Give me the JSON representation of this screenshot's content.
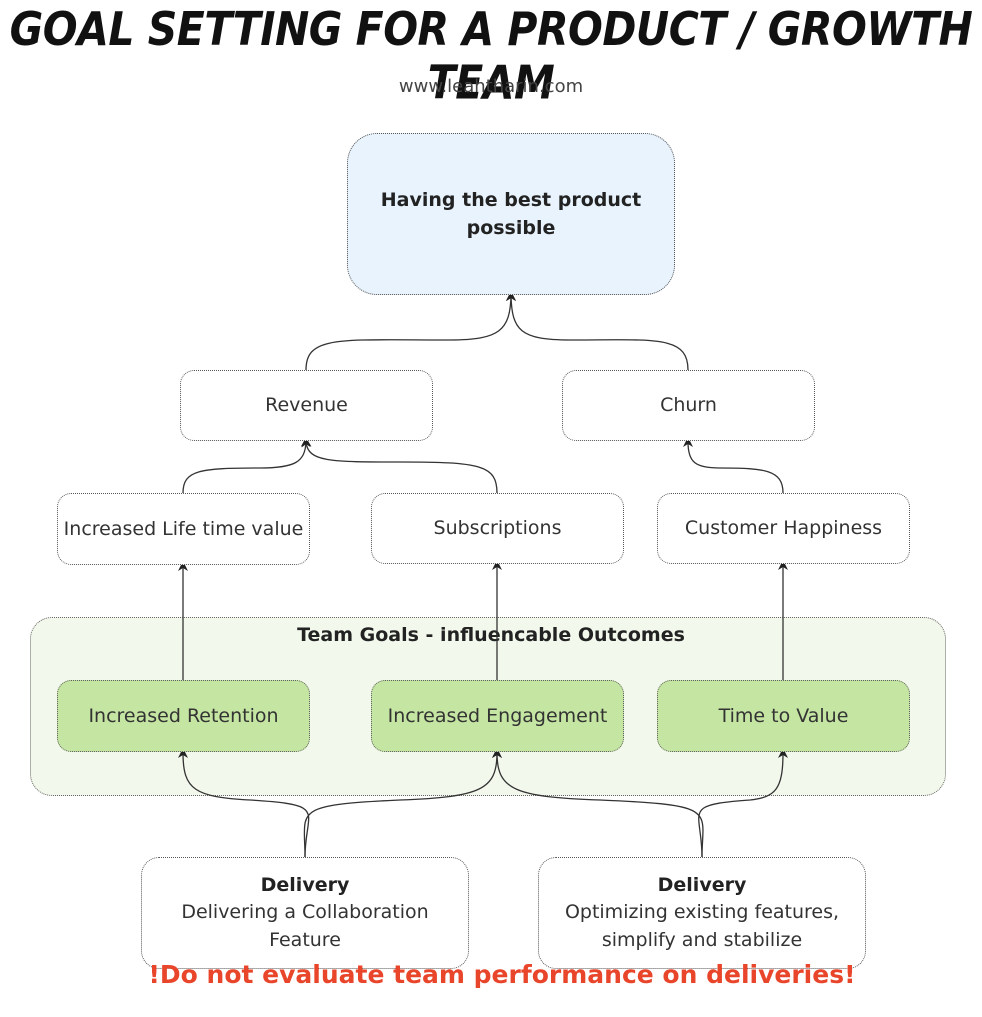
{
  "header": {
    "title": "Goal setting for a Product / Growth team",
    "website": "www.leahtharin.com"
  },
  "nodes": {
    "vision": "Having the best product possible",
    "revenue": "Revenue",
    "churn": "Churn",
    "ltv": "Increased Life time value",
    "subscriptions": "Subscriptions",
    "happiness": "Customer Happiness"
  },
  "team_goals": {
    "label": "Team Goals - influencable Outcomes",
    "retention": "Increased Retention",
    "engagement": "Increased Engagement",
    "time_to_value": "Time to Value"
  },
  "deliveries": [
    {
      "title": "Delivery",
      "text": "Delivering a Collaboration Feature"
    },
    {
      "title": "Delivery",
      "text": "Optimizing existing features, simplify and stabilize"
    }
  ],
  "warning": "!Do not evaluate team performance on deliveries!",
  "colors": {
    "vision_fill": "#e8f3fd",
    "group_fill": "#f2f8ec",
    "goal_fill": "#c5e5a3",
    "warning_text": "#e8452a"
  }
}
